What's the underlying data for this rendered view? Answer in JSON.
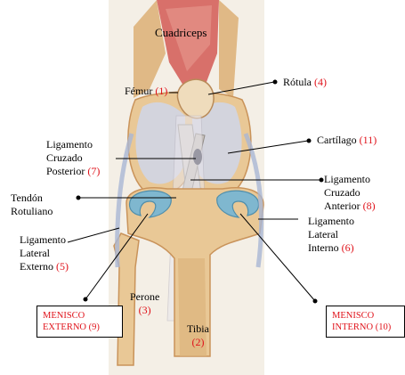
{
  "labels": {
    "cuadriceps": "Cuadriceps",
    "femur": {
      "name": "Fémur",
      "num": "(1)"
    },
    "rotula": {
      "name": "Rótula",
      "num": "(4)"
    },
    "cartilago": {
      "name": "Cartílago",
      "num": "(11)"
    },
    "lcp": {
      "line1": "Ligamento",
      "line2": "Cruzado",
      "line3": "Posterior",
      "num": "(7)"
    },
    "lca": {
      "line1": "Ligamento",
      "line2": "Cruzado",
      "line3": "Anterior",
      "num": "(8)"
    },
    "tendon": {
      "line1": "Tendón",
      "line2": "Rotuliano"
    },
    "lle": {
      "line1": "Ligamento",
      "line2": "Lateral",
      "line3": "Externo",
      "num": "(5)"
    },
    "lli": {
      "line1": "Ligamento",
      "line2": "Lateral",
      "line3": "Interno",
      "num": "(6)"
    },
    "perone": {
      "name": "Perone",
      "num": "(3)"
    },
    "tibia": {
      "name": "Tibia",
      "num": "(2)"
    }
  },
  "boxes": {
    "menisco_externo": {
      "line1": "MENISCO",
      "line2": "EXTERNO (9)"
    },
    "menisco_interno": {
      "line1": "MENISCO",
      "line2": "INTERNO (10)"
    }
  },
  "colors": {
    "bone": "#e9c896",
    "bone_shade": "#c9935a",
    "muscle": "#d8706a",
    "cartilage": "#cfd6ea",
    "meniscus": "#7fb7cf",
    "accent_red": "#e0131b"
  }
}
